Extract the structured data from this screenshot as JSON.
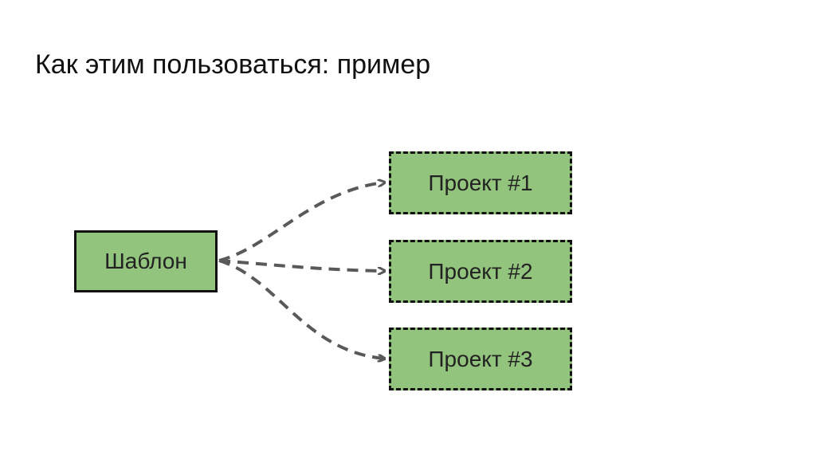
{
  "slide": {
    "title": "Как этим пользоваться: пример"
  },
  "diagram": {
    "source": {
      "label": "Шаблон"
    },
    "targets": [
      {
        "label": "Проект #1"
      },
      {
        "label": "Проект #2"
      },
      {
        "label": "Проект #3"
      }
    ],
    "colors": {
      "box_fill": "#93c47d",
      "box_border": "#111111",
      "connector": "#595959"
    }
  }
}
